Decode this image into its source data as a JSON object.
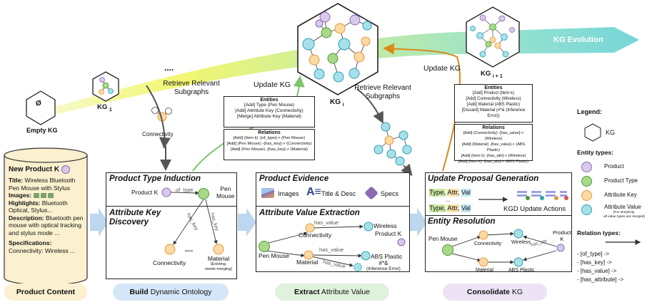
{
  "kg": {
    "empty_symbol": "Ø",
    "empty_label": "Empty KG",
    "kg1_label": "KG",
    "kg1_sub": "1",
    "dots": "....",
    "kgi_label": "KG",
    "kgi_sub": "i",
    "kgi1_label": "KG",
    "kgi1_sub": "i + 1",
    "evolution": "KG Evolution",
    "retrieve1": [
      "Retrieve Relevant",
      "Subgraphs"
    ],
    "retrieve2": [
      "Retrieve Relevant",
      "Subgraphs"
    ],
    "update1": "Update KG",
    "update2": "Update KG",
    "connectivity": "Connectivity"
  },
  "panel1_card": {
    "title": "Entities",
    "entities": [
      "[Add] Type (Pen Mouse)",
      "[Add] Attribute Key (Connectivity)",
      "[Merge] Attribute Key (Material)"
    ],
    "rel_title": "Relations",
    "relations": [
      "[Add] (Item k) -[of_type]-> (Pen Mouse)",
      "[Add] (Pen Mouse) -[has_key]-> (Connectivity)",
      "[Add] (Pen Mouse) -[has_key]-> (Material)"
    ]
  },
  "panel3_card": {
    "title": "Entities",
    "entities": [
      "[Add] Product (Item k)",
      "[Add] Connectivity (Wireless)",
      "[Add] Material (ABS Plastic)",
      "[Discard] Material (#*& (Inference Error))"
    ],
    "rel_title": "Relations",
    "relations": [
      "[Add] (Connectivity) -[has_value]-> (Wireless)",
      "[Add] (Material) -[has_value]-> (ABS Plastic)",
      "[Add] (Item k) -[has_attr]-> (Wireless)",
      "[Add] (Item k) -[has_attr]-> (ABS Plastic)"
    ]
  },
  "product": {
    "heading": "New Product K",
    "title_label": "Title:",
    "title_value": "Wireless Bluetooth Pen Mouse with Stylus",
    "images_label": "Images:",
    "highlights_label": "Highlights:",
    "highlights_value": "Bluetooth Optical, Stylus...",
    "description_label": "Description:",
    "description_value": "Bluetooth pen mouse with optical tracking and stylus mode ...",
    "spec_label": "Specifications:",
    "spec_value": "Connectivity: Wireless ..."
  },
  "panel1": {
    "title1": "Product Type Induction",
    "title2": "Attribute Key Discovery",
    "product_k": "Product K",
    "of_type": "of_type",
    "pen": "Pen",
    "mouse": "Mouse",
    "has_key1": "has_key",
    "has_key2": "has_key",
    "dots": "....",
    "connectivity": "Connectivity",
    "material": "Material",
    "material_note1": "(Existing,",
    "material_note2": "needs merging)"
  },
  "panel2": {
    "title1": "Product Evidence",
    "images": "Images",
    "titledesc": "Title & Desc",
    "specs": "Specs",
    "title2": "Attribute Value Extraction",
    "has_value1": "has_value",
    "connectivity": "Connectivity",
    "wireless": "Wireless",
    "product_k": "Product K",
    "pen_mouse": "Pen Mouse",
    "has_value2": "has_value",
    "material": "Material",
    "abs": "ABS Plastic",
    "has_value3": "has_value",
    "err1": "#*&",
    "err2": "(Inference Error)"
  },
  "panel3": {
    "title1": "Update Proposal Generation",
    "row1": [
      "Type,",
      "Attr,",
      "Val"
    ],
    "dots": "...",
    "row2": [
      "Type,",
      "Attr,",
      "Val"
    ],
    "actions": "KGD Update Actions",
    "title2": "Entity Resolution",
    "pen_mouse": "Pen Mouse",
    "connectivity": "Connectivity",
    "wireless": "Wireless",
    "product": "Product",
    "k": "K",
    "has_attr": "has_attr",
    "material": "Material",
    "abs": "ABS Plastic"
  },
  "legend": {
    "title": "Legend:",
    "kg": "KG",
    "entity_title": "Entity types:",
    "product": "Product",
    "product_type": "Product Type",
    "attribute_key": "Attribute Key",
    "attribute_value": "Attribute Value",
    "av_note1": "(For simplicity,",
    "av_note2": "all value types are merged)",
    "relation_title": "Relation types:",
    "rels": [
      "- [of_type] ->",
      "- [has_key] ->",
      "- [has_value] ->",
      "- [has_attribute] ->"
    ]
  },
  "stages": {
    "s1": "Product Content",
    "s2_bold": "Build",
    "s2_rest": " Dynamic Ontology",
    "s3_bold": "Extract",
    "s3_rest": " Attribute Value",
    "s4_bold": "Consolidate",
    "s4_rest": " KG"
  },
  "colors": {
    "product": "#d8c8ea",
    "product_stroke": "#8c6bb1",
    "type": "#a8d88a",
    "type_stroke": "#4d9a33",
    "key": "#fcd9a4",
    "key_stroke": "#e09a3c",
    "value": "#a6e1ea",
    "value_stroke": "#2e9fb0"
  }
}
